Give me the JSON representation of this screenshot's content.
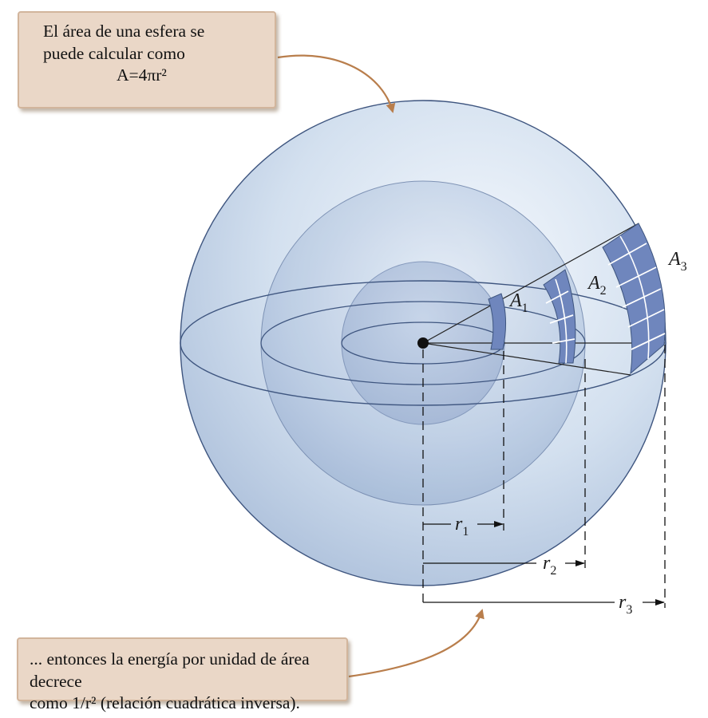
{
  "callouts": {
    "top": {
      "line1": "El área de una esfera se",
      "line2": "puede calcular como",
      "formula": "A=4πr²"
    },
    "bottom": {
      "line1": "... entonces la energía por unidad de área decrece",
      "line2": "como 1/r² (relación cuadrática inversa)."
    }
  },
  "labels": {
    "areas": [
      {
        "main": "A",
        "sub": "1"
      },
      {
        "main": "A",
        "sub": "2"
      },
      {
        "main": "A",
        "sub": "3"
      }
    ],
    "radii": [
      {
        "main": "r",
        "sub": "1"
      },
      {
        "main": "r",
        "sub": "2"
      },
      {
        "main": "r",
        "sub": "3"
      }
    ]
  },
  "colors": {
    "sphere_fill": "#c9d7ea",
    "patch_fill": "#6f86bd",
    "outline": "#3e557f",
    "callout_bg": "#ead7c7",
    "arrow": "#b97e4c"
  }
}
